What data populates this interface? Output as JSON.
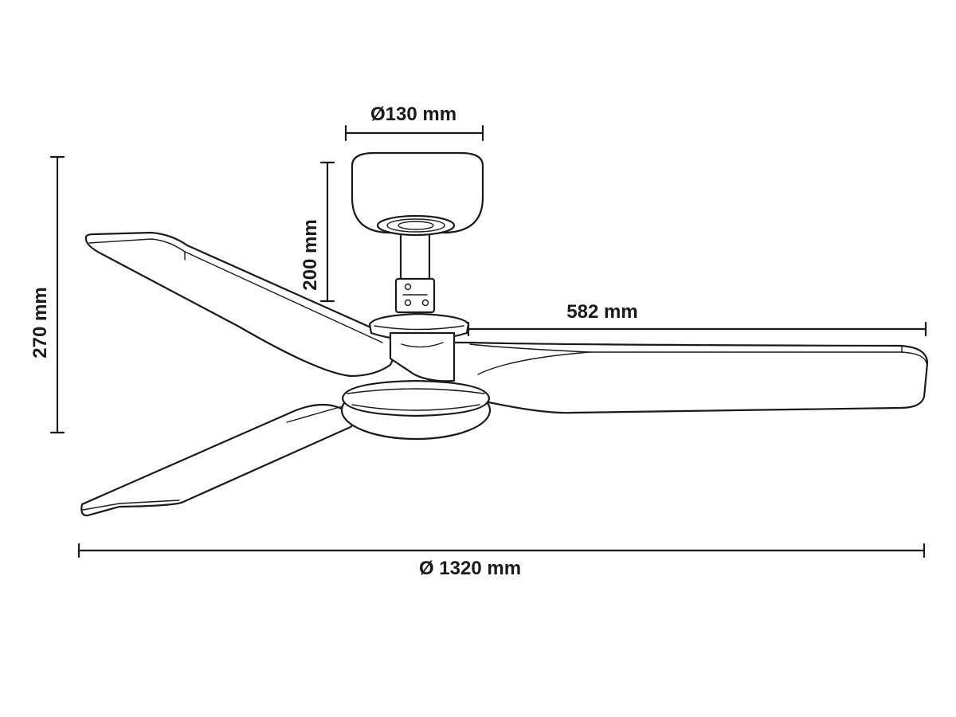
{
  "dimensions": {
    "canopy_diameter": "Ø130 mm",
    "downrod_height": "200 mm",
    "total_height": "270 mm",
    "blade_length": "582 mm",
    "total_diameter": "Ø 1320 mm"
  },
  "colors": {
    "line": "#1a1a1a",
    "background": "#ffffff"
  }
}
